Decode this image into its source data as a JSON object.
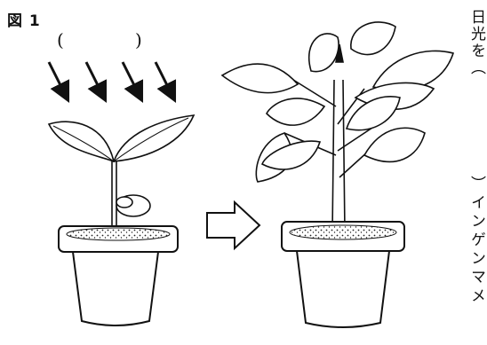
{
  "figure": {
    "label": "図 1",
    "blank_open": "(",
    "blank_close": ")"
  },
  "side_text": {
    "top": "日光を（",
    "bottom": "）インゲンマメ"
  },
  "diagram": {
    "sunlight_arrow_count": 4,
    "transition_arrow": "right-outline-arrow",
    "stages": [
      "seedling-in-pot",
      "grown-plant-in-pot"
    ]
  }
}
